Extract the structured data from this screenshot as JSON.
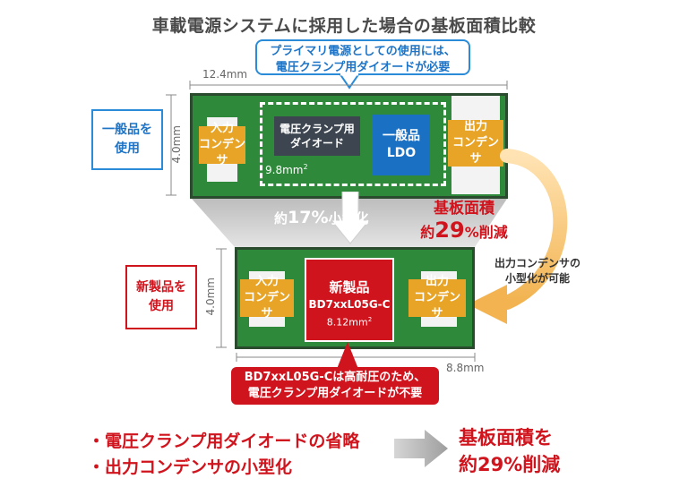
{
  "title": "車載電源システムに採用した場合の基板面積比較",
  "callout_top": {
    "line1": "プライマリ電源としての使用には、",
    "line2": "電圧クランプ用ダイオードが必要"
  },
  "top_board": {
    "width_label": "12.4mm",
    "height_label": "4.0mm",
    "input_cap": {
      "line1": "入力",
      "line2": "コンデンサ"
    },
    "clamp_diode": {
      "line1": "電圧クランプ用",
      "line2": "ダイオード"
    },
    "ldo": {
      "line1": "一般品",
      "line2": "LDO"
    },
    "output_cap": {
      "line1": "出力",
      "line2": "コンデンサ"
    },
    "area_prefix": "9.8mm",
    "area_sup": "2"
  },
  "label_general": {
    "line1": "一般品を",
    "line2": "使用"
  },
  "label_new": {
    "line1": "新製品を",
    "line2": "使用"
  },
  "reduction_17": {
    "prefix": "約",
    "value": "17%",
    "suffix": "小型化"
  },
  "reduction_29": {
    "line1": "基板面積",
    "prefix": "約",
    "value": "29",
    "suffix": "%削減"
  },
  "side_note": {
    "line1": "出力コンデンサの",
    "line2": "小型化が可能"
  },
  "bottom_board": {
    "width_label": "8.8mm",
    "height_label": "4.0mm",
    "input_cap": {
      "line1": "入力",
      "line2": "コンデンサ"
    },
    "new_chip": {
      "line1": "新製品",
      "line2": "BD7xxL05G-C"
    },
    "output_cap": {
      "line1": "出力",
      "line2": "コンデンサ"
    },
    "area_prefix": "8.12mm",
    "area_sup": "2"
  },
  "callout_bottom": {
    "line1": "BD7xxL05G-Cは高耐圧のため、",
    "line2": "電圧クランプ用ダイオードが不要"
  },
  "bullets": [
    "・電圧クランプ用ダイオードの省略",
    "・出力コンデンサの小型化"
  ],
  "result": {
    "line1": "基板面積を",
    "line2": "約29%削減"
  },
  "colors": {
    "board_green": "#2e8a3a",
    "cap_orange": "#e8a426",
    "new_red": "#d0141d",
    "accent_blue": "#2a8bd8"
  }
}
